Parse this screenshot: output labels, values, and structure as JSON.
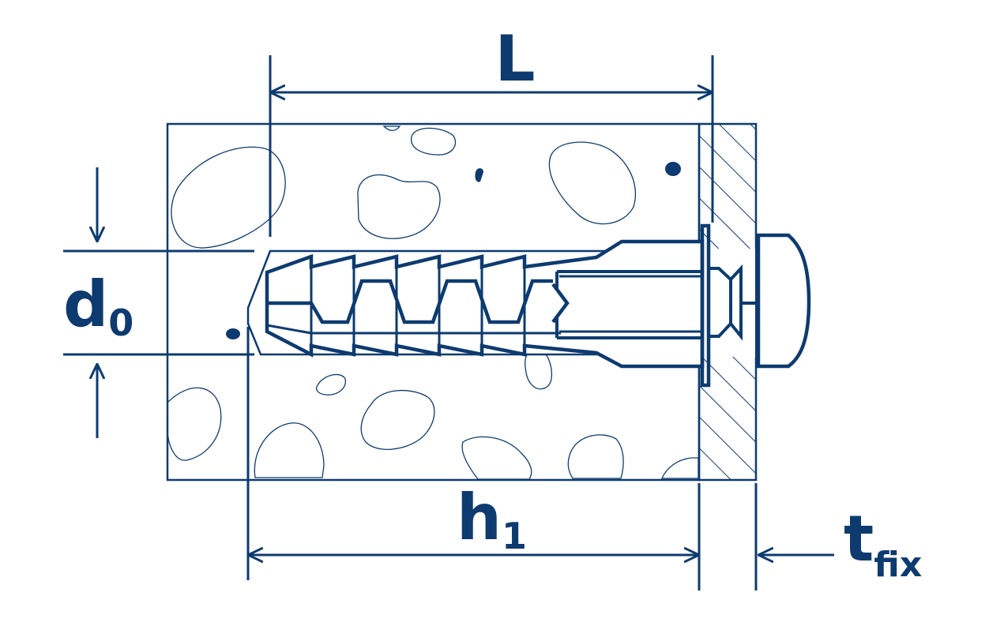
{
  "diagram": {
    "color": "#0d3b70",
    "background": "#ffffff",
    "labels": {
      "overall_length": "L",
      "hole_diameter_main": "d",
      "hole_diameter_sub": "0",
      "drill_depth_main": "h",
      "drill_depth_sub": "1",
      "fixture_thickness_main": "t",
      "fixture_thickness_sub": "fix"
    },
    "parts": {
      "base_material": "concrete-block",
      "fixture": "hatched-plate",
      "plug": "ribbed-wall-plug",
      "screw": "pan-head-screw"
    }
  }
}
